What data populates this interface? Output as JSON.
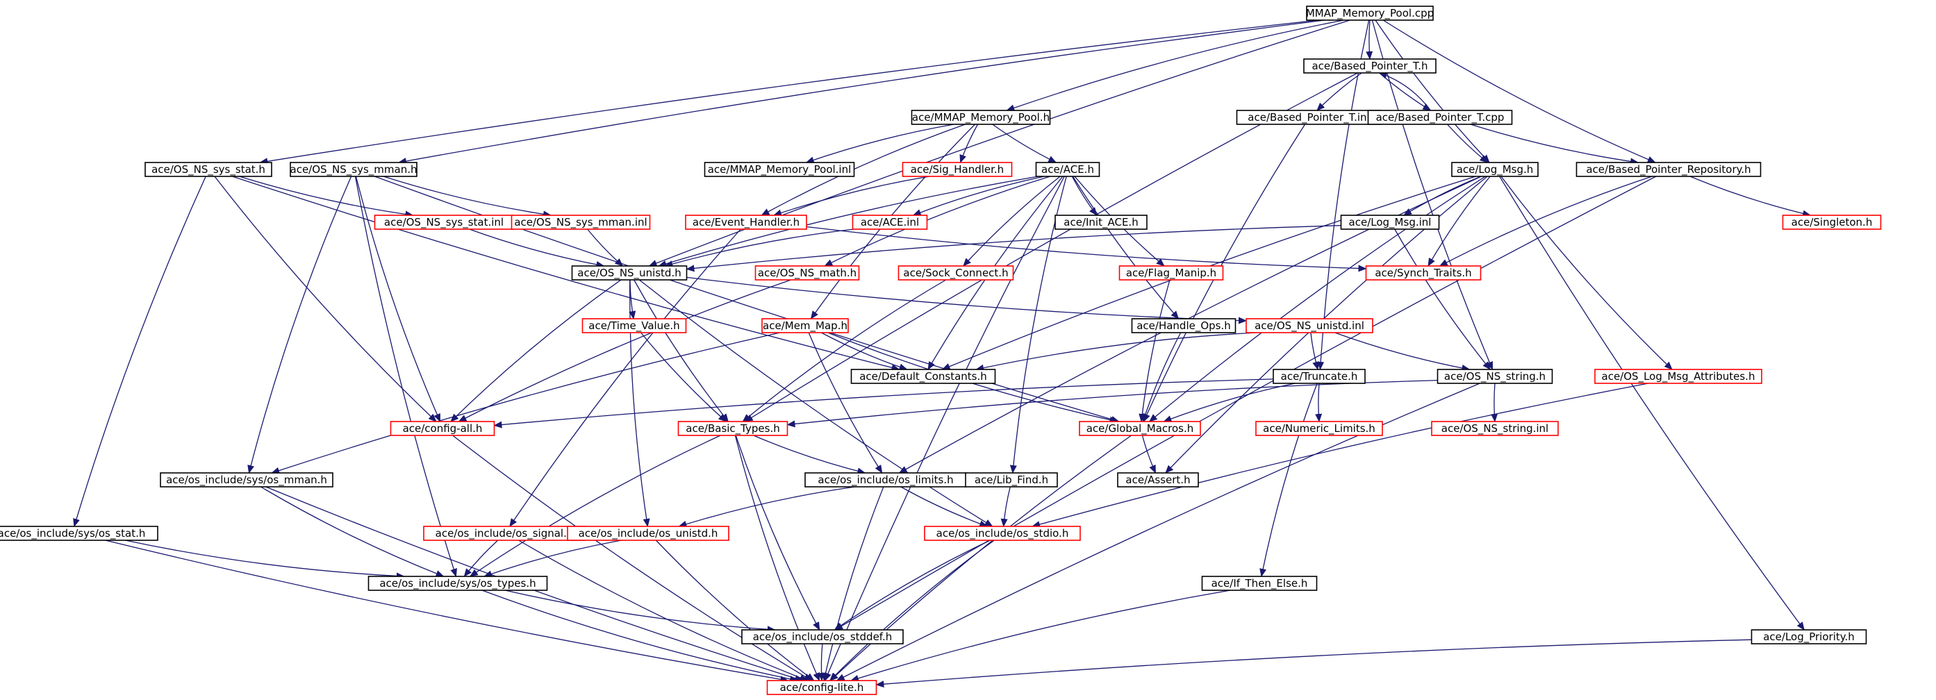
{
  "diagram": {
    "colors": {
      "edge": "#191970",
      "border_normal": "#000000",
      "border_truncated": "#ff0000",
      "root_fill": "#bfbfbf"
    },
    "nodes": [
      {
        "id": "root",
        "label": "MMAP_Memory_Pool.cpp",
        "border": "black",
        "root": true
      },
      {
        "id": "based_ptr_t_h",
        "label": "ace/Based_Pointer_T.h",
        "border": "black"
      },
      {
        "id": "mmap_h",
        "label": "ace/MMAP_Memory_Pool.h",
        "border": "black"
      },
      {
        "id": "based_ptr_t_inl",
        "label": "ace/Based_Pointer_T.inl",
        "border": "black"
      },
      {
        "id": "based_ptr_t_cpp",
        "label": "ace/Based_Pointer_T.cpp",
        "border": "black"
      },
      {
        "id": "os_ns_sys_stat_h",
        "label": "ace/OS_NS_sys_stat.h",
        "border": "black"
      },
      {
        "id": "os_ns_sys_mman_h",
        "label": "ace/OS_NS_sys_mman.h",
        "border": "black"
      },
      {
        "id": "mmap_inl",
        "label": "ace/MMAP_Memory_Pool.inl",
        "border": "black"
      },
      {
        "id": "sig_handler_h",
        "label": "ace/Sig_Handler.h",
        "border": "red"
      },
      {
        "id": "ace_h",
        "label": "ace/ACE.h",
        "border": "black"
      },
      {
        "id": "log_msg_h",
        "label": "ace/Log_Msg.h",
        "border": "black"
      },
      {
        "id": "based_ptr_repo_h",
        "label": "ace/Based_Pointer_Repository.h",
        "border": "black"
      },
      {
        "id": "os_ns_sys_stat_inl",
        "label": "ace/OS_NS_sys_stat.inl",
        "border": "red"
      },
      {
        "id": "os_ns_sys_mman_inl",
        "label": "ace/OS_NS_sys_mman.inl",
        "border": "red"
      },
      {
        "id": "event_handler_h",
        "label": "ace/Event_Handler.h",
        "border": "red"
      },
      {
        "id": "ace_inl",
        "label": "ace/ACE.inl",
        "border": "red"
      },
      {
        "id": "init_ace_h",
        "label": "ace/Init_ACE.h",
        "border": "black"
      },
      {
        "id": "log_msg_inl",
        "label": "ace/Log_Msg.inl",
        "border": "black"
      },
      {
        "id": "singleton_h",
        "label": "ace/Singleton.h",
        "border": "red"
      },
      {
        "id": "os_ns_unistd_h",
        "label": "ace/OS_NS_unistd.h",
        "border": "black"
      },
      {
        "id": "os_ns_math_h",
        "label": "ace/OS_NS_math.h",
        "border": "red"
      },
      {
        "id": "sock_connect_h",
        "label": "ace/Sock_Connect.h",
        "border": "red"
      },
      {
        "id": "flag_manip_h",
        "label": "ace/Flag_Manip.h",
        "border": "red"
      },
      {
        "id": "synch_traits_h",
        "label": "ace/Synch_Traits.h",
        "border": "red"
      },
      {
        "id": "time_value_h",
        "label": "ace/Time_Value.h",
        "border": "red"
      },
      {
        "id": "mem_map_h",
        "label": "ace/Mem_Map.h",
        "border": "red"
      },
      {
        "id": "handle_ops_h",
        "label": "ace/Handle_Ops.h",
        "border": "black"
      },
      {
        "id": "os_ns_unistd_inl",
        "label": "ace/OS_NS_unistd.inl",
        "border": "red"
      },
      {
        "id": "default_constants_h",
        "label": "ace/Default_Constants.h",
        "border": "black"
      },
      {
        "id": "truncate_h",
        "label": "ace/Truncate.h",
        "border": "black"
      },
      {
        "id": "os_ns_string_h",
        "label": "ace/OS_NS_string.h",
        "border": "black"
      },
      {
        "id": "os_log_msg_attr_h",
        "label": "ace/OS_Log_Msg_Attributes.h",
        "border": "red"
      },
      {
        "id": "config_all_h",
        "label": "ace/config-all.h",
        "border": "red"
      },
      {
        "id": "basic_types_h",
        "label": "ace/Basic_Types.h",
        "border": "red"
      },
      {
        "id": "global_macros_h",
        "label": "ace/Global_Macros.h",
        "border": "red"
      },
      {
        "id": "numeric_limits_h",
        "label": "ace/Numeric_Limits.h",
        "border": "red"
      },
      {
        "id": "os_ns_string_inl",
        "label": "ace/OS_NS_string.inl",
        "border": "red"
      },
      {
        "id": "sys_os_mman_h",
        "label": "ace/os_include/sys/os_mman.h",
        "border": "black"
      },
      {
        "id": "os_limits_h",
        "label": "ace/os_include/os_limits.h",
        "border": "black"
      },
      {
        "id": "lib_find_h",
        "label": "ace/Lib_Find.h",
        "border": "black"
      },
      {
        "id": "assert_h",
        "label": "ace/Assert.h",
        "border": "black"
      },
      {
        "id": "sys_os_stat_h",
        "label": "ace/os_include/sys/os_stat.h",
        "border": "black"
      },
      {
        "id": "os_signal_h",
        "label": "ace/os_include/os_signal.h",
        "border": "red"
      },
      {
        "id": "os_unistd_h",
        "label": "ace/os_include/os_unistd.h",
        "border": "red"
      },
      {
        "id": "os_stdio_h",
        "label": "ace/os_include/os_stdio.h",
        "border": "red"
      },
      {
        "id": "sys_os_types_h",
        "label": "ace/os_include/sys/os_types.h",
        "border": "black"
      },
      {
        "id": "if_then_else_h",
        "label": "ace/If_Then_Else.h",
        "border": "black"
      },
      {
        "id": "os_stddef_h",
        "label": "ace/os_include/os_stddef.h",
        "border": "black"
      },
      {
        "id": "log_priority_h",
        "label": "ace/Log_Priority.h",
        "border": "black"
      },
      {
        "id": "config_lite_h",
        "label": "ace/config-lite.h",
        "border": "red"
      }
    ],
    "edges": [
      [
        "root",
        "based_ptr_t_h"
      ],
      [
        "root",
        "mmap_h"
      ],
      [
        "root",
        "os_ns_sys_stat_h"
      ],
      [
        "root",
        "os_ns_sys_mman_h"
      ],
      [
        "root",
        "os_ns_unistd_h"
      ],
      [
        "root",
        "log_msg_h"
      ],
      [
        "root",
        "based_ptr_repo_h"
      ],
      [
        "root",
        "truncate_h"
      ],
      [
        "root",
        "os_ns_string_h"
      ],
      [
        "based_ptr_t_h",
        "based_ptr_t_inl"
      ],
      [
        "based_ptr_t_h",
        "based_ptr_t_cpp"
      ],
      [
        "based_ptr_t_h",
        "basic_types_h"
      ],
      [
        "based_ptr_t_cpp",
        "based_ptr_t_h"
      ],
      [
        "based_ptr_t_cpp",
        "log_msg_h"
      ],
      [
        "based_ptr_t_cpp",
        "based_ptr_repo_h"
      ],
      [
        "based_ptr_t_inl",
        "global_macros_h"
      ],
      [
        "mmap_h",
        "mmap_inl"
      ],
      [
        "mmap_h",
        "sig_handler_h"
      ],
      [
        "mmap_h",
        "ace_h"
      ],
      [
        "mmap_h",
        "event_handler_h"
      ],
      [
        "mmap_h",
        "mem_map_h"
      ],
      [
        "sig_handler_h",
        "event_handler_h"
      ],
      [
        "os_ns_sys_stat_h",
        "os_ns_sys_stat_inl"
      ],
      [
        "os_ns_sys_stat_h",
        "sys_os_stat_h"
      ],
      [
        "os_ns_sys_stat_h",
        "config_all_h"
      ],
      [
        "os_ns_sys_stat_h",
        "default_constants_h"
      ],
      [
        "os_ns_sys_mman_h",
        "os_ns_sys_mman_inl"
      ],
      [
        "os_ns_sys_mman_h",
        "sys_os_mman_h"
      ],
      [
        "os_ns_sys_mman_h",
        "sys_os_types_h"
      ],
      [
        "os_ns_sys_mman_h",
        "config_all_h"
      ],
      [
        "os_ns_sys_mman_h",
        "global_macros_h"
      ],
      [
        "os_ns_sys_stat_inl",
        "os_ns_unistd_h"
      ],
      [
        "os_ns_sys_mman_inl",
        "os_ns_unistd_h"
      ],
      [
        "event_handler_h",
        "os_signal_h"
      ],
      [
        "event_handler_h",
        "synch_traits_h"
      ],
      [
        "ace_h",
        "init_ace_h"
      ],
      [
        "ace_h",
        "ace_inl"
      ],
      [
        "ace_h",
        "os_ns_math_h"
      ],
      [
        "ace_h",
        "sock_connect_h"
      ],
      [
        "ace_h",
        "flag_manip_h"
      ],
      [
        "ace_h",
        "handle_ops_h"
      ],
      [
        "ace_h",
        "default_constants_h"
      ],
      [
        "ace_h",
        "lib_find_h"
      ],
      [
        "ace_h",
        "config_lite_h"
      ],
      [
        "ace_h",
        "os_ns_unistd_h"
      ],
      [
        "ace_inl",
        "os_ns_unistd_h"
      ],
      [
        "os_ns_math_h",
        "config_all_h"
      ],
      [
        "sock_connect_h",
        "basic_types_h"
      ],
      [
        "flag_manip_h",
        "global_macros_h"
      ],
      [
        "handle_ops_h",
        "global_macros_h"
      ],
      [
        "log_msg_h",
        "log_msg_inl"
      ],
      [
        "log_msg_h",
        "synch_traits_h"
      ],
      [
        "log_msg_h",
        "os_log_msg_attr_h"
      ],
      [
        "log_msg_h",
        "default_constants_h"
      ],
      [
        "log_msg_h",
        "global_macros_h"
      ],
      [
        "log_msg_h",
        "assert_h"
      ],
      [
        "log_msg_h",
        "os_limits_h"
      ],
      [
        "log_msg_h",
        "log_priority_h"
      ],
      [
        "log_msg_inl",
        "os_ns_string_h"
      ],
      [
        "log_msg_inl",
        "os_ns_unistd_h"
      ],
      [
        "based_ptr_repo_h",
        "singleton_h"
      ],
      [
        "based_ptr_repo_h",
        "synch_traits_h"
      ],
      [
        "based_ptr_repo_h",
        "os_stddef_h"
      ],
      [
        "os_ns_unistd_h",
        "time_value_h"
      ],
      [
        "os_ns_unistd_h",
        "basic_types_h"
      ],
      [
        "os_ns_unistd_h",
        "os_ns_unistd_inl"
      ],
      [
        "os_ns_unistd_h",
        "config_all_h"
      ],
      [
        "os_ns_unistd_h",
        "os_unistd_h"
      ],
      [
        "os_ns_unistd_h",
        "os_stdio_h"
      ],
      [
        "time_value_h",
        "basic_types_h"
      ],
      [
        "mem_map_h",
        "default_constants_h"
      ],
      [
        "mem_map_h",
        "global_macros_h"
      ],
      [
        "mem_map_h",
        "os_limits_h"
      ],
      [
        "mem_map_h",
        "sys_os_mman_h"
      ],
      [
        "os_ns_unistd_inl",
        "default_constants_h"
      ],
      [
        "os_ns_unistd_inl",
        "truncate_h"
      ],
      [
        "os_ns_unistd_inl",
        "os_ns_string_h"
      ],
      [
        "truncate_h",
        "config_all_h"
      ],
      [
        "truncate_h",
        "global_macros_h"
      ],
      [
        "truncate_h",
        "numeric_limits_h"
      ],
      [
        "truncate_h",
        "if_then_else_h"
      ],
      [
        "os_ns_string_h",
        "os_ns_string_inl"
      ],
      [
        "os_ns_string_h",
        "basic_types_h"
      ],
      [
        "os_ns_string_h",
        "config_lite_h"
      ],
      [
        "os_log_msg_attr_h",
        "os_stdio_h"
      ],
      [
        "config_all_h",
        "config_lite_h"
      ],
      [
        "basic_types_h",
        "os_limits_h"
      ],
      [
        "basic_types_h",
        "sys_os_types_h"
      ],
      [
        "basic_types_h",
        "os_stddef_h"
      ],
      [
        "basic_types_h",
        "config_lite_h"
      ],
      [
        "global_macros_h",
        "assert_h"
      ],
      [
        "global_macros_h",
        "config_lite_h"
      ],
      [
        "sys_os_mman_h",
        "sys_os_types_h"
      ],
      [
        "sys_os_mman_h",
        "config_lite_h"
      ],
      [
        "os_limits_h",
        "os_unistd_h"
      ],
      [
        "os_limits_h",
        "os_stdio_h"
      ],
      [
        "os_limits_h",
        "config_lite_h"
      ],
      [
        "lib_find_h",
        "os_stdio_h"
      ],
      [
        "sys_os_stat_h",
        "sys_os_types_h"
      ],
      [
        "sys_os_stat_h",
        "config_lite_h"
      ],
      [
        "os_signal_h",
        "sys_os_types_h"
      ],
      [
        "os_signal_h",
        "config_lite_h"
      ],
      [
        "os_unistd_h",
        "sys_os_types_h"
      ],
      [
        "os_unistd_h",
        "config_lite_h"
      ],
      [
        "os_stdio_h",
        "os_stddef_h"
      ],
      [
        "os_stdio_h",
        "config_lite_h"
      ],
      [
        "sys_os_types_h",
        "os_stddef_h"
      ],
      [
        "sys_os_types_h",
        "config_lite_h"
      ],
      [
        "if_then_else_h",
        "config_lite_h"
      ],
      [
        "os_stddef_h",
        "config_lite_h"
      ],
      [
        "log_priority_h",
        "config_lite_h"
      ]
    ]
  }
}
